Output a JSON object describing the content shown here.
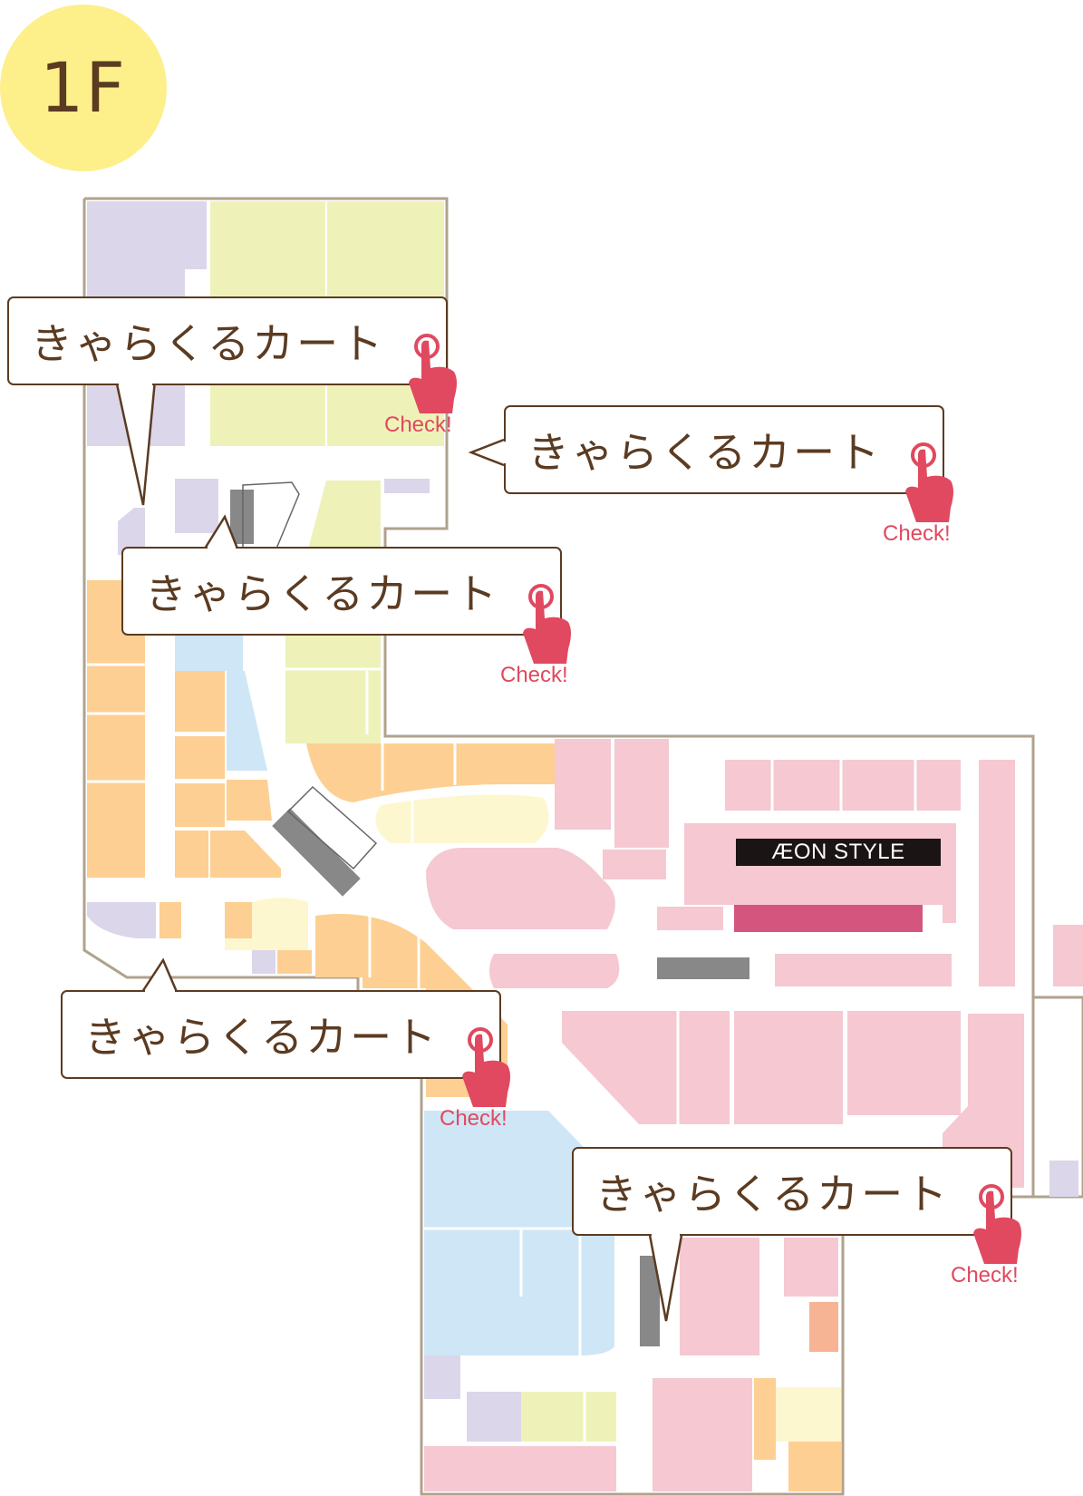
{
  "floor": {
    "label": "1F"
  },
  "anchor": {
    "logo_text": "ÆON STYLE"
  },
  "callouts": [
    {
      "label": "きゃらくるカート",
      "check": "Check!"
    },
    {
      "label": "きゃらくるカート",
      "check": "Check!"
    },
    {
      "label": "きゃらくるカート",
      "check": "Check!"
    },
    {
      "label": "きゃらくるカート",
      "check": "Check!"
    },
    {
      "label": "きゃらくるカート",
      "check": "Check!"
    }
  ],
  "colors": {
    "wall": "#b0a28d",
    "walkway": "#ffffff",
    "lavender": "#dcd6ea",
    "lime": "#eef2b8",
    "orange": "#fdcf92",
    "blue": "#cfe6f6",
    "pink": "#f5c8d2",
    "cream": "#fdf7cf",
    "magenta": "#d4567f",
    "salmon": "#f6b495",
    "badge": "#fdef8a",
    "brown": "#5b3b21",
    "check_red": "#e0495f"
  }
}
